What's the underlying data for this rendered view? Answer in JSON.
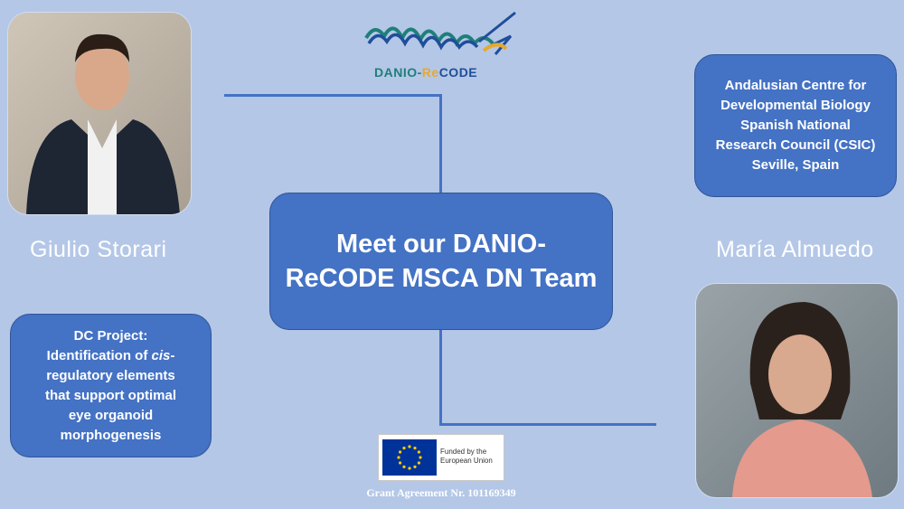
{
  "logo": {
    "text_part1": "DANIO-",
    "text_part2": "Re",
    "text_part3": "CODE",
    "colors": {
      "teal": "#1f7f7a",
      "blue": "#1f4e9a",
      "gold": "#e7a92e"
    }
  },
  "center": {
    "line1": "Meet our DANIO-",
    "line2": "ReCODE MSCA DN Team"
  },
  "left_person": {
    "name": "Giulio Storari",
    "project_lines": [
      "DC Project:",
      "Identification of ",
      "cis",
      "-",
      "regulatory elements",
      "that support optimal",
      "eye organoid",
      "morphogenesis"
    ]
  },
  "right_person": {
    "name": "María Almuedo",
    "affiliation_lines": [
      "Andalusian Centre for",
      "Developmental Biology",
      "Spanish National",
      "Research Council (CSIC)",
      "Seville, Spain"
    ]
  },
  "funding": {
    "text_line1": "Funded by the",
    "text_line2": "European Union",
    "grant": "Grant Agreement Nr. 101169349"
  },
  "colors": {
    "background": "#b4c7e7",
    "box": "#4472c4"
  }
}
